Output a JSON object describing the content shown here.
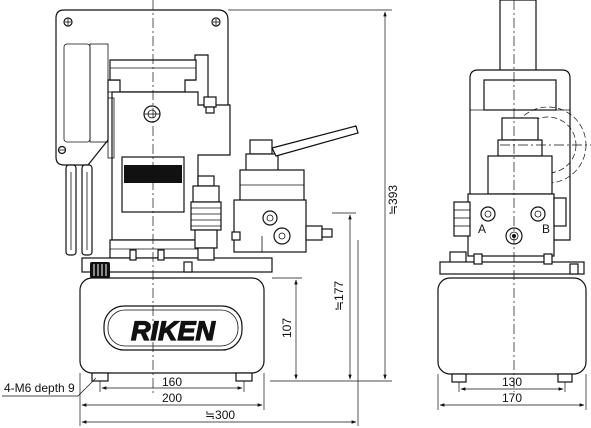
{
  "brand": {
    "badge_text": "RIKEN",
    "tank_text": "RIKEN"
  },
  "dimensions": {
    "overall_height": "≒393",
    "height_to_valve": "≒177",
    "tank_height": "107",
    "mount_spacing_front": "160",
    "tank_width": "200",
    "overall_width": "≒300",
    "mount_spacing_side": "130",
    "depth": "170"
  },
  "ports": {
    "a": "A",
    "b": "B"
  },
  "callouts": {
    "mounting_holes": "4-M6 depth 9"
  }
}
